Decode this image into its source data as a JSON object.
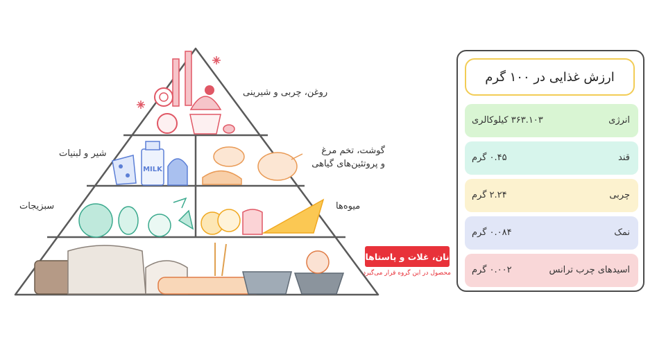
{
  "pyramid": {
    "tiers": {
      "top": "روغن، چربی و شیرینی",
      "dairy": "شیر و لبنیات",
      "protein_line1": "گوشت، تخم مرغ",
      "protein_line2": "و پروتئین‌های گیاهی",
      "vegetables": "سبزیجات",
      "fruits": "میوه‌ها"
    },
    "highlight": {
      "label": "نان، غلات و پاستاها",
      "note": "محصول در این گروه قرار می‌گیرد"
    },
    "milk_carton_text": "MILK"
  },
  "nutrition": {
    "title": "ارزش غذایی در ۱۰۰ گرم",
    "rows": [
      {
        "name": "انرژی",
        "value": "۳۶۳.۱۰۳ کیلوکالری",
        "color": "#d9f5d3"
      },
      {
        "name": "قند",
        "value": "۰.۴۵ گرم",
        "color": "#d7f5ec"
      },
      {
        "name": "چربی",
        "value": "۲.۲۴ گرم",
        "color": "#fcf2cf"
      },
      {
        "name": "نمک",
        "value": "۰.۰۸۴ گرم",
        "color": "#e1e6f7"
      },
      {
        "name": "اسیدهای چرب ترانس",
        "value": "۰.۰۰۲ گرم",
        "color": "#f9d7d8"
      }
    ]
  },
  "colors": {
    "accent_red": "#e8323a",
    "title_border": "#f2cc55",
    "panel_border": "#4a4a4a"
  }
}
